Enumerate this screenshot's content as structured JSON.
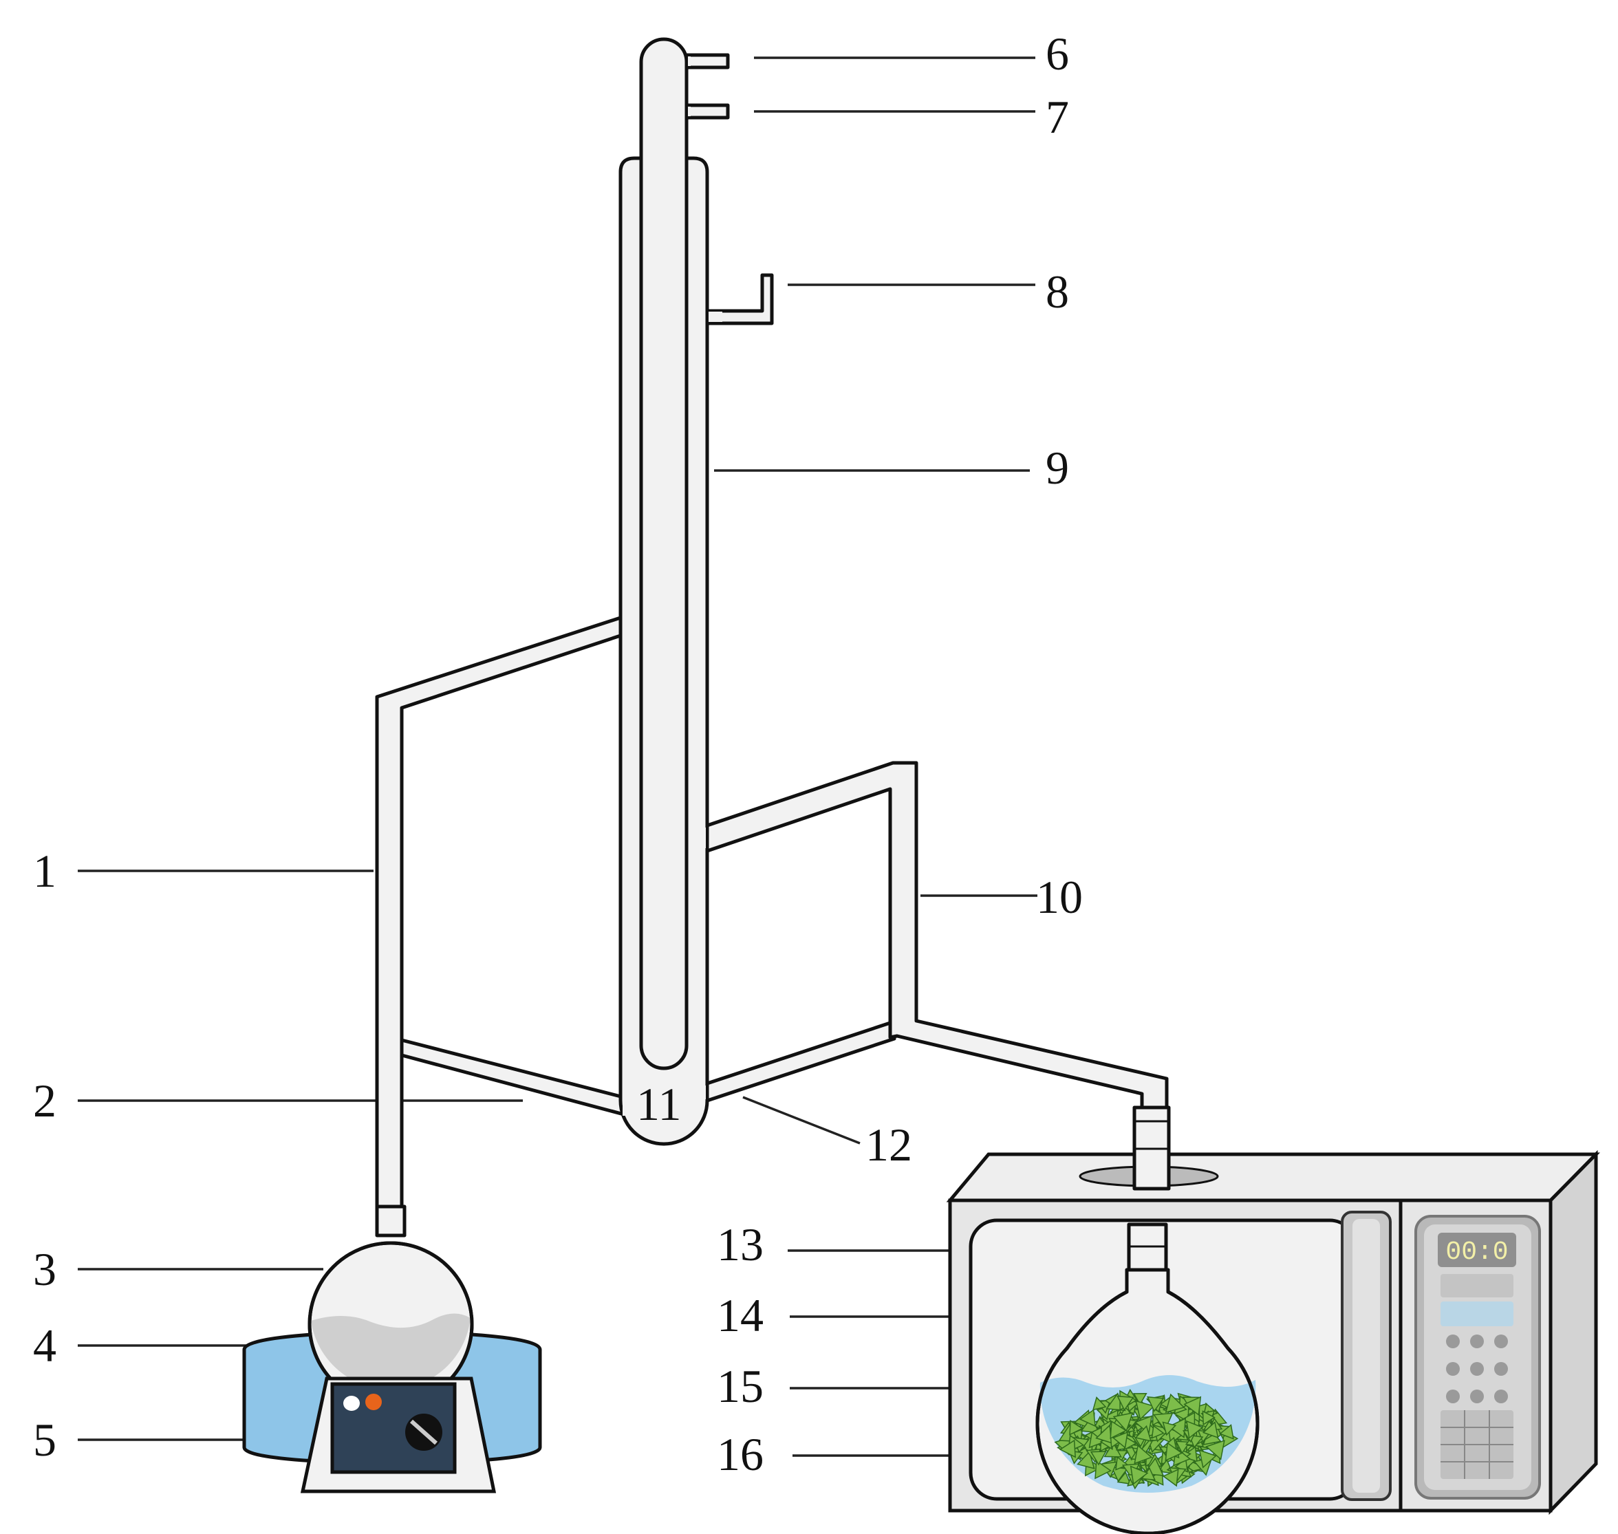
{
  "labels": [
    "1",
    "2",
    "3",
    "4",
    "5",
    "6",
    "7",
    "8",
    "9",
    "10",
    "11",
    "12",
    "13",
    "14",
    "15",
    "16"
  ],
  "microwave": {
    "display_text": "00:0"
  },
  "colors": {
    "water_bath": "#8ec5e8",
    "hotplate_body": "#2f4257",
    "boiling_liquid": "#cfcfcf",
    "flask_solvent": "#a9d5ef",
    "plant_material": "#7dbd4a",
    "indicator_white": "#ffffff",
    "indicator_orange": "#e8641b",
    "glass": "#f2f2f2",
    "microwave_body": "#e6e6e6"
  }
}
